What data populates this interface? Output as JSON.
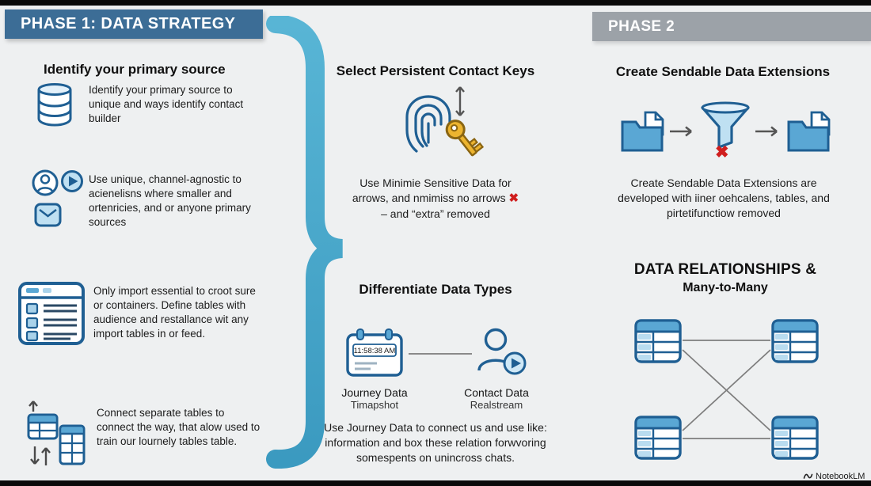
{
  "colors": {
    "background": "#eef0f1",
    "phase1_header_bg": "#3c6d96",
    "phase2_header_bg": "#9ca2a8",
    "icon_stroke_blue": "#1f5f93",
    "icon_fill_blue": "#5aa7d4",
    "icon_fill_light_blue": "#bfe0f2",
    "brace_teal": "#47a8ca",
    "reject_x_red": "#d01f1f",
    "key_gold": "#edb42f"
  },
  "phase1": {
    "header": "PHASE 1: DATA STRATEGY",
    "item1": {
      "title": "Identify your primary source",
      "text": "Identify your primary source to unique and ways identify contact builder"
    },
    "item2": {
      "text": "Use unique, channel-agnostic to acienelisns where smaller and ortenricies, and or anyone primary sources"
    },
    "item3": {
      "text": "Only import essential to croot sure or containers. Define tables with audience and restallance wit any import tables in or feed."
    },
    "item4": {
      "text": "Connect separate tables to connect the way, that alow used to train our lournely tables table."
    }
  },
  "contact_keys": {
    "title": "Select Persistent Contact Keys",
    "line1": "Use Minimie Sensitive Data for",
    "line2": "arrows, and nmimiss no arrows",
    "x_mark": "✖",
    "line3": "– and “extra” removed"
  },
  "data_types": {
    "title": "Differentiate Data Types",
    "calendar_time": "11:58:38 AM",
    "journey_label": "Journey Data",
    "journey_sub": "Timapshot",
    "contact_label": "Contact Data",
    "contact_sub": "Realstream",
    "text": "Use Journey Data to connect us and use like: information and box these relation forwvoring somespents on unincross chats."
  },
  "phase2": {
    "header": "PHASE 2",
    "sendable": {
      "title": "Create Sendable Data Extensions",
      "x_mark": "✖",
      "text": "Create Sendable Data Extensions are developed with iiner oehcalens, tables, and pirtetifunctiow removed"
    },
    "relationships": {
      "title_line1": "DATA RELATIONSHIPS &",
      "title_line2": "Many-to-Many"
    }
  },
  "footer": {
    "watermark": "NotebookLM"
  }
}
